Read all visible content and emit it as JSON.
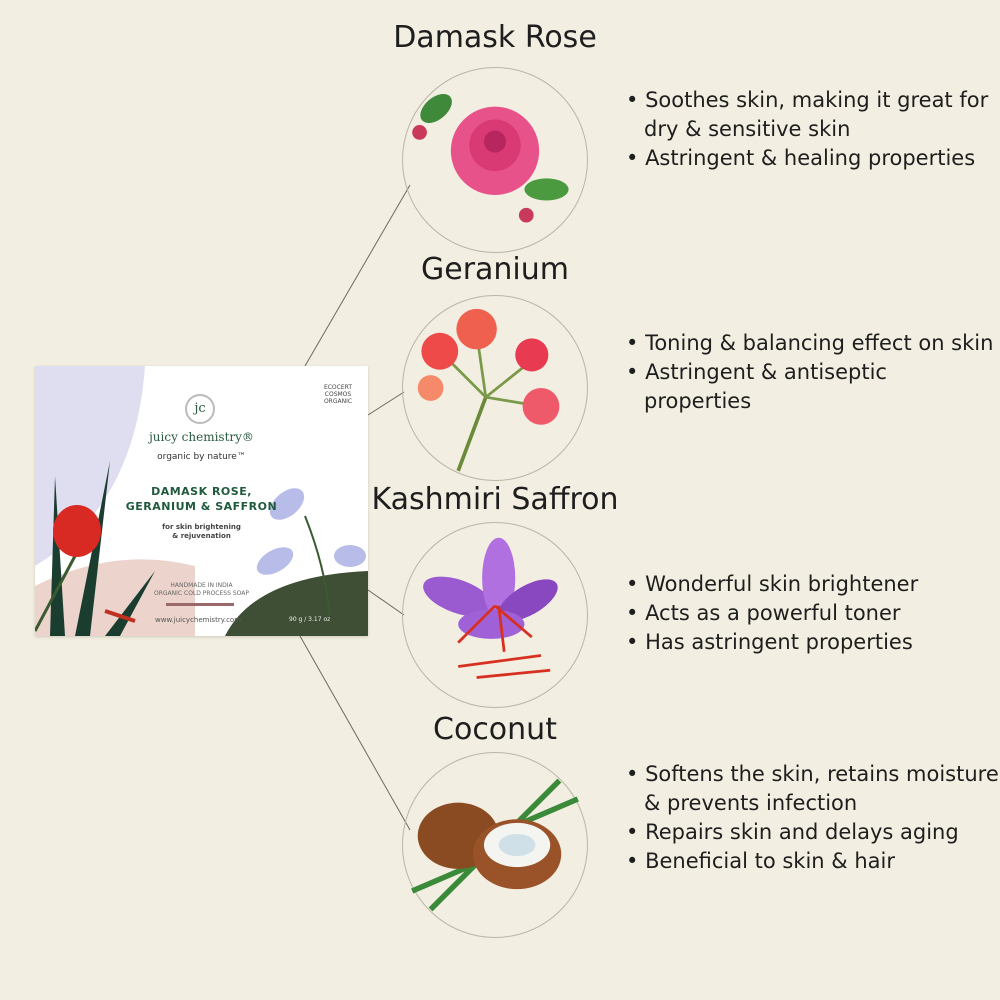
{
  "ingredients": [
    {
      "name": "Damask Rose",
      "bullets": [
        "Soothes skin, making it great for dry & sensitive skin",
        "Astringent & healing properties"
      ],
      "icon": "rose-icon"
    },
    {
      "name": "Geranium",
      "bullets": [
        "Toning & balancing effect on skin",
        "Astringent & antiseptic properties"
      ],
      "icon": "geranium-icon"
    },
    {
      "name": "Kashmiri Saffron",
      "bullets": [
        "Wonderful skin brightener",
        "Acts as a powerful toner",
        "Has astringent properties"
      ],
      "icon": "saffron-icon"
    },
    {
      "name": "Coconut",
      "bullets": [
        "Softens the skin, retains moisture & prevents infection",
        "Repairs skin and delays aging",
        "Beneficial to skin & hair"
      ],
      "icon": "coconut-icon"
    }
  ],
  "product": {
    "logo": "jc",
    "brand": "juicy chemistry®",
    "tagline": "organic by nature™",
    "cert": "ECOCERT COSMOS ORGANIC",
    "name_line1": "DAMASK ROSE,",
    "name_line2": "GERANIUM & SAFFRON",
    "purpose_line1": "for skin brightening",
    "purpose_line2": "& rejuvenation",
    "made_line1": "HANDMADE IN INDIA",
    "made_line2": "ORGANIC COLD PROCESS SOAP",
    "website": "www.juicychemistry.com",
    "weight": "90 g / 3.17 oz"
  },
  "colors": {
    "background": "#f2eee1",
    "brand_green": "#1f5a3c"
  }
}
